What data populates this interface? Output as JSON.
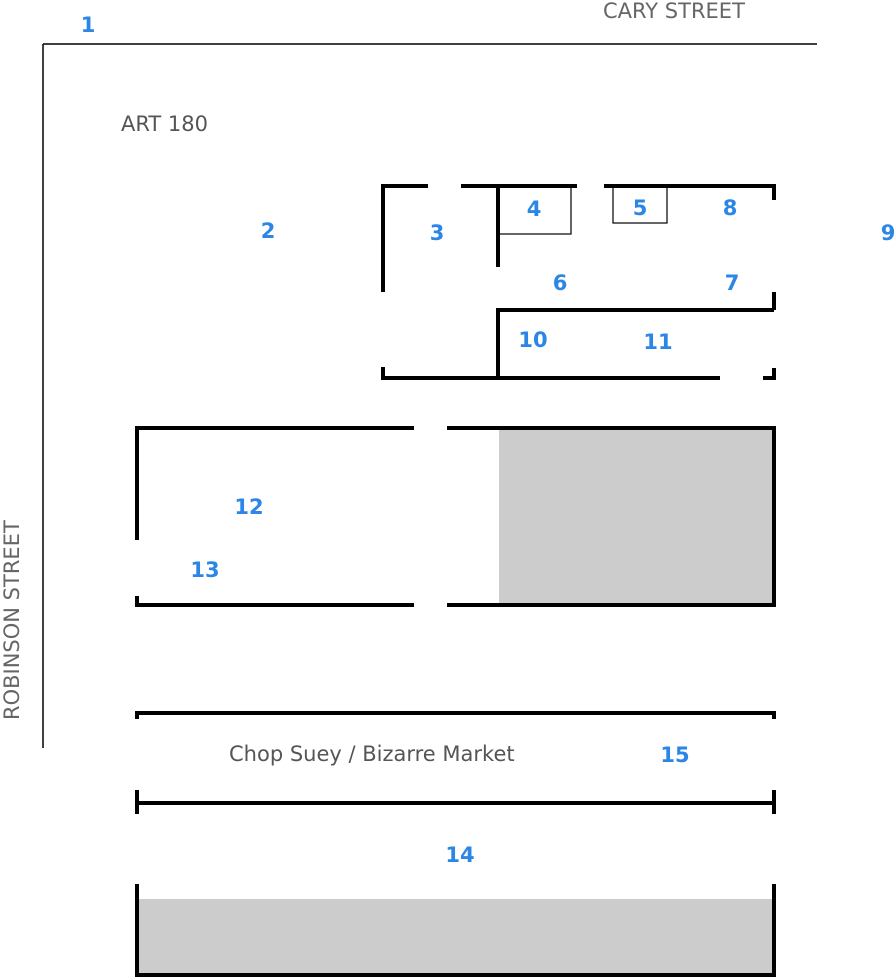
{
  "streets": {
    "north": "CARY STREET",
    "west": "ROBINSON STREET"
  },
  "venues": {
    "art180": "ART 180",
    "market": "Chop Suey / Bizarre Market"
  },
  "markers": [
    "1",
    "2",
    "3",
    "4",
    "5",
    "6",
    "7",
    "8",
    "9",
    "10",
    "11",
    "12",
    "13",
    "14",
    "15"
  ],
  "colors": {
    "marker": "#2b86e6",
    "street_text": "#666666",
    "walls": "#000000",
    "building_fill": "#cccccc"
  }
}
